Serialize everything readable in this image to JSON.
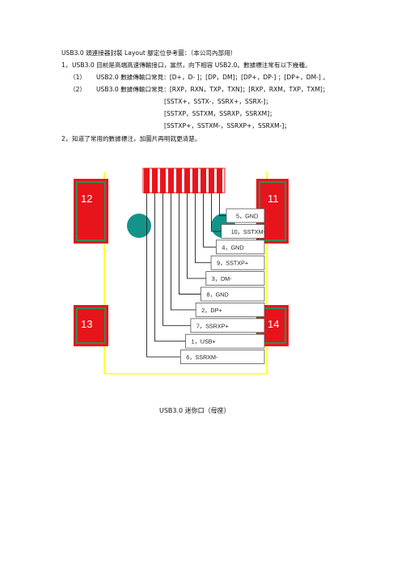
{
  "doc": {
    "title": "USB3.0 頭連接器封裝 Layout 腳定位參考圖：（本公司內部用）",
    "item1": {
      "num": "1，",
      "text": "USB3.0 目前是高端高速傳輸接口，當然，向下相容 USB2.0。數據標注常有以下幾種。",
      "sub1": {
        "num": "（1）",
        "text": "USB2.0 數據傳輸口常見：[D+，D- ]；[DP，DM]；[DP+，DP-] ；[DP+，DM-] 。"
      },
      "sub2": {
        "num": "（2）",
        "text": "USB3.0 數據傳輸口常見：[RXP，RXN，TXP，TXN]；[RXP，RXM，TXP，TXM]；",
        "cont1": "[SSTX+，SSTX-，SSRX+，SSRX-]；",
        "cont2": "[SSTXP，SSTXM，SSRXP，SSRXM]；",
        "cont3": "[SSTXP+，SSTXM-，SSRXP+，SSRXM-]；"
      }
    },
    "item2": {
      "num": "2，",
      "text": "知道了常用的數據標注，加圖片再明就更清楚。"
    },
    "caption": "USB3.0 迷你口（母座）"
  },
  "diagram": {
    "pads": [
      "12",
      "11",
      "13",
      "14"
    ],
    "pins": [
      "5，GND",
      "10，SSTXM-",
      "4，GND",
      "9，SSTXP+",
      "3，DM-",
      "8，GND",
      "2，DP+",
      "7，SSRXP+",
      "1，USB+",
      "6，SSRXM-"
    ]
  },
  "colors": {
    "pad_red": "#e8141b",
    "pad_green": "#2e8b57",
    "teal_circle": "#13948a",
    "rail_yellow": "#ffff44",
    "label_border": "#555555"
  }
}
